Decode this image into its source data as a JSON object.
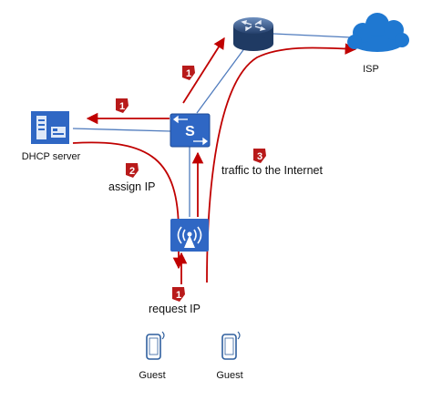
{
  "nodes": {
    "dhcp_server": {
      "label": "DHCP server",
      "icon": "server-icon"
    },
    "switch": {
      "label": "",
      "icon": "switch-icon",
      "glyph": "S"
    },
    "router": {
      "label": "",
      "icon": "router-icon"
    },
    "isp": {
      "label": "ISP",
      "icon": "cloud-icon"
    },
    "access_point": {
      "label": "",
      "icon": "wireless-ap-icon"
    },
    "guest_1": {
      "label": "Guest",
      "icon": "phone-icon"
    },
    "guest_2": {
      "label": "Guest",
      "icon": "phone-icon"
    }
  },
  "steps": {
    "request_ip": {
      "number": "1",
      "text": "request IP"
    },
    "forward_to_dhcp": {
      "number": "1",
      "text": ""
    },
    "forward_to_router": {
      "number": "1",
      "text": ""
    },
    "assign_ip": {
      "number": "2",
      "text": "assign IP"
    },
    "internet_traffic": {
      "number": "3",
      "text": "traffic to the Internet"
    }
  },
  "colors": {
    "link_line": "#4f7bbd",
    "flow_arrow": "#c00000",
    "step_badge": "#b81a1a",
    "device_blue": "#2f67c4",
    "cloud_blue": "#1f78d1"
  }
}
